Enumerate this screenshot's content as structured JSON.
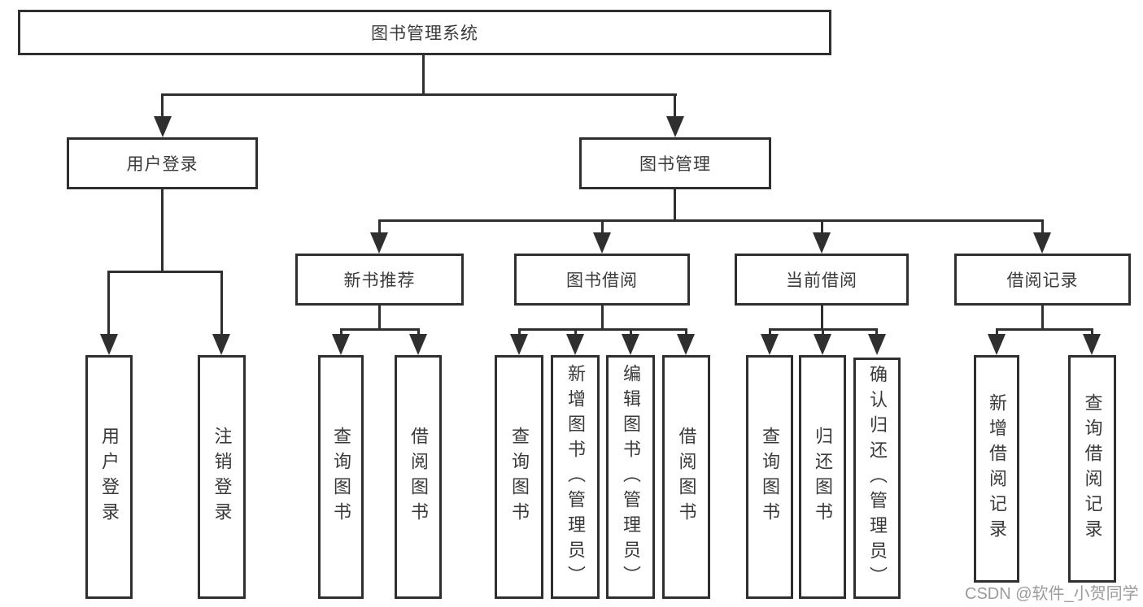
{
  "diagram": {
    "root": "图书管理系统",
    "level2": [
      "用户登录",
      "图书管理"
    ],
    "level3": [
      "新书推荐",
      "图书借阅",
      "当前借阅",
      "借阅记录"
    ],
    "leaves": {
      "user_login": [
        "用户登录",
        "注销登录"
      ],
      "new_book": [
        "查询图书",
        "借阅图书"
      ],
      "borrow": [
        "查询图书",
        "新增图书（管理员）",
        "编辑图书（管理员）",
        "借阅图书"
      ],
      "current": [
        "查询图书",
        "归还图书",
        "确认归还（管理员）"
      ],
      "records": [
        "新增借阅记录",
        "查询借阅记录"
      ]
    }
  },
  "watermark": "CSDN @软件_小贺同学",
  "colors": {
    "line": "#2f2f2f",
    "text": "#3a3a3a",
    "watermark": "#9b9b9b",
    "background": "#ffffff"
  }
}
